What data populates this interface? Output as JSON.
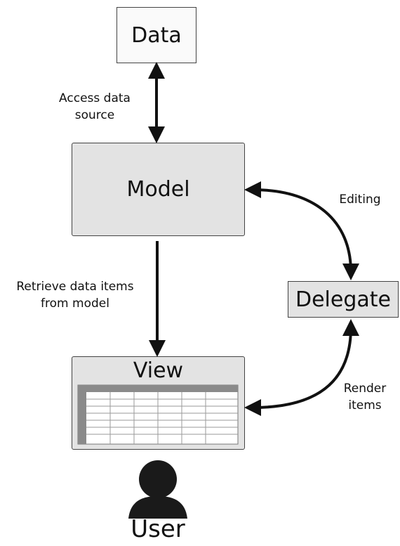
{
  "nodes": {
    "data": "Data",
    "model": "Model",
    "view": "View",
    "delegate": "Delegate",
    "user": "User"
  },
  "edges": {
    "access": {
      "line1": "Access data",
      "line2": "source"
    },
    "retrieve": {
      "line1": "Retrieve data items",
      "line2": "from model"
    },
    "editing": "Editing",
    "render": {
      "line1": "Render",
      "line2": "items"
    }
  },
  "colors": {
    "box_fill": "#e3e3e3",
    "table_header": "#8a8a8a",
    "border": "#444444"
  }
}
